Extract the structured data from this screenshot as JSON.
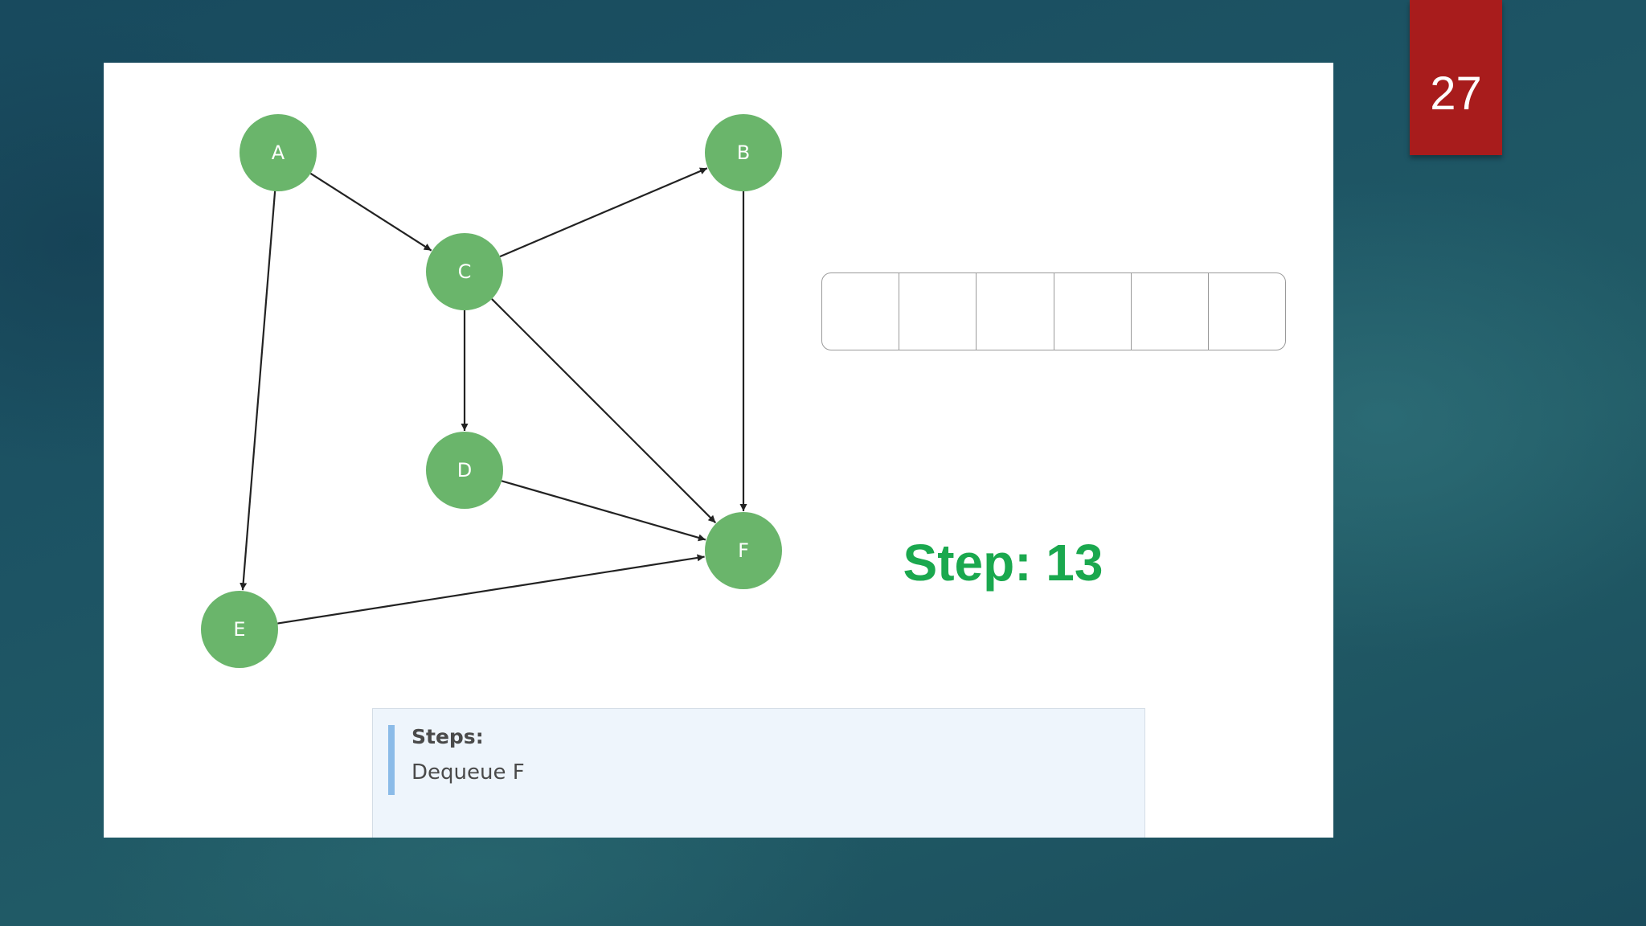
{
  "slide": {
    "number": "27"
  },
  "graph": {
    "node_color": "#6ab56b",
    "edge_color": "#222222",
    "nodes": [
      {
        "id": "A",
        "label": "A"
      },
      {
        "id": "B",
        "label": "B"
      },
      {
        "id": "C",
        "label": "C"
      },
      {
        "id": "D",
        "label": "D"
      },
      {
        "id": "E",
        "label": "E"
      },
      {
        "id": "F",
        "label": "F"
      }
    ],
    "edges": [
      {
        "from": "A",
        "to": "C"
      },
      {
        "from": "A",
        "to": "E"
      },
      {
        "from": "C",
        "to": "B"
      },
      {
        "from": "C",
        "to": "D"
      },
      {
        "from": "C",
        "to": "F"
      },
      {
        "from": "B",
        "to": "F"
      },
      {
        "from": "D",
        "to": "F"
      },
      {
        "from": "E",
        "to": "F"
      }
    ]
  },
  "queue": {
    "cells": [
      "",
      "",
      "",
      "",
      "",
      ""
    ]
  },
  "step": {
    "label": "Step: 13",
    "color": "#1aa84e"
  },
  "steps_panel": {
    "title": "Steps:",
    "text": "Dequeue F"
  }
}
